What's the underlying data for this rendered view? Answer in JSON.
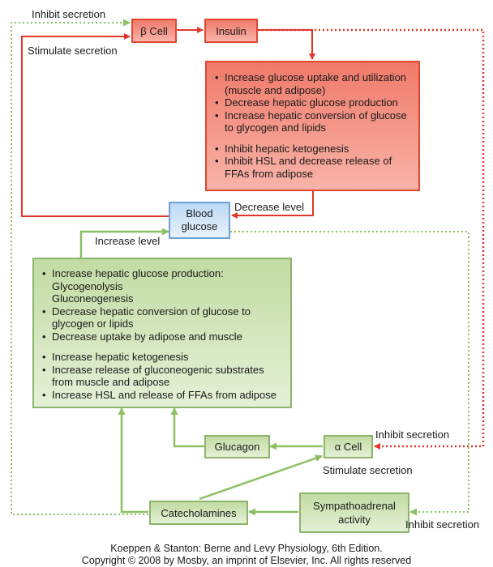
{
  "nodes": {
    "beta_cell": "β Cell",
    "insulin": "Insulin",
    "blood_glucose_line1": "Blood",
    "blood_glucose_line2": "glucose",
    "glucagon": "Glucagon",
    "alpha_cell": "α Cell",
    "catecholamines": "Catecholamines",
    "sympathoadrenal_line1": "Sympathoadrenal",
    "sympathoadrenal_line2": "activity"
  },
  "labels": {
    "inhibit_secretion_top": "Inhibit secretion",
    "stimulate_secretion_top": "Stimulate secretion",
    "decrease_level": "Decrease level",
    "increase_level": "Increase level",
    "inhibit_secretion_alpha": "Inhibit secretion",
    "stimulate_secretion_alpha": "Stimulate secretion",
    "inhibit_secretion_bottom": "Inhibit secretion"
  },
  "insulin_effects": [
    "Increase glucose uptake and utilization",
    "(muscle and adipose)",
    "Decrease hepatic glucose production",
    "Increase hepatic conversion of glucose",
    "to glycogen and lipids",
    "Inhibit hepatic ketogenesis",
    "Inhibit HSL and decrease release of",
    "FFAs from adipose"
  ],
  "glucagon_effects": [
    "Increase hepatic glucose production:",
    "Glycogenolysis",
    "Gluconeogenesis",
    "Decrease hepatic conversion of glucose to",
    "glycogen or lipids",
    "Decrease uptake by adipose and muscle",
    "Increase hepatic ketogenesis",
    "Increase release of gluconeogenic substrates",
    "from muscle and adipose",
    "Increase HSL and release of FFAs from adipose"
  ],
  "footer": {
    "line1": "Koeppen & Stanton: Berne and Levy Physiology, 6th Edition.",
    "line2": "Copyright © 2008 by Mosby, an imprint of Elsevier, Inc. All rights reserved"
  },
  "colors": {
    "stimulate_arrow": "#e2362a",
    "inhibit_arrow_red": "#e2362a",
    "inhibit_arrow_green": "#8cc063",
    "green_arrow": "#8cc063"
  }
}
